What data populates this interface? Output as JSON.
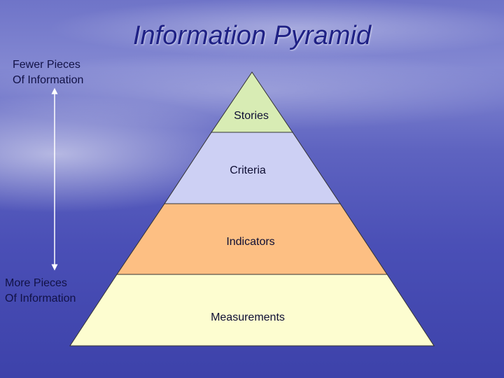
{
  "title": "Information Pyramid",
  "axis": {
    "top_label": [
      "Fewer Pieces",
      "Of Information"
    ],
    "bottom_label": [
      "More Pieces",
      "Of Information"
    ]
  },
  "tiers": [
    {
      "label": "Stories",
      "color": "#d8ecb4"
    },
    {
      "label": "Criteria",
      "color": "#cdd0f4"
    },
    {
      "label": "Indicators",
      "color": "#fdbf83"
    },
    {
      "label": "Measurements",
      "color": "#fdfdd0"
    }
  ]
}
